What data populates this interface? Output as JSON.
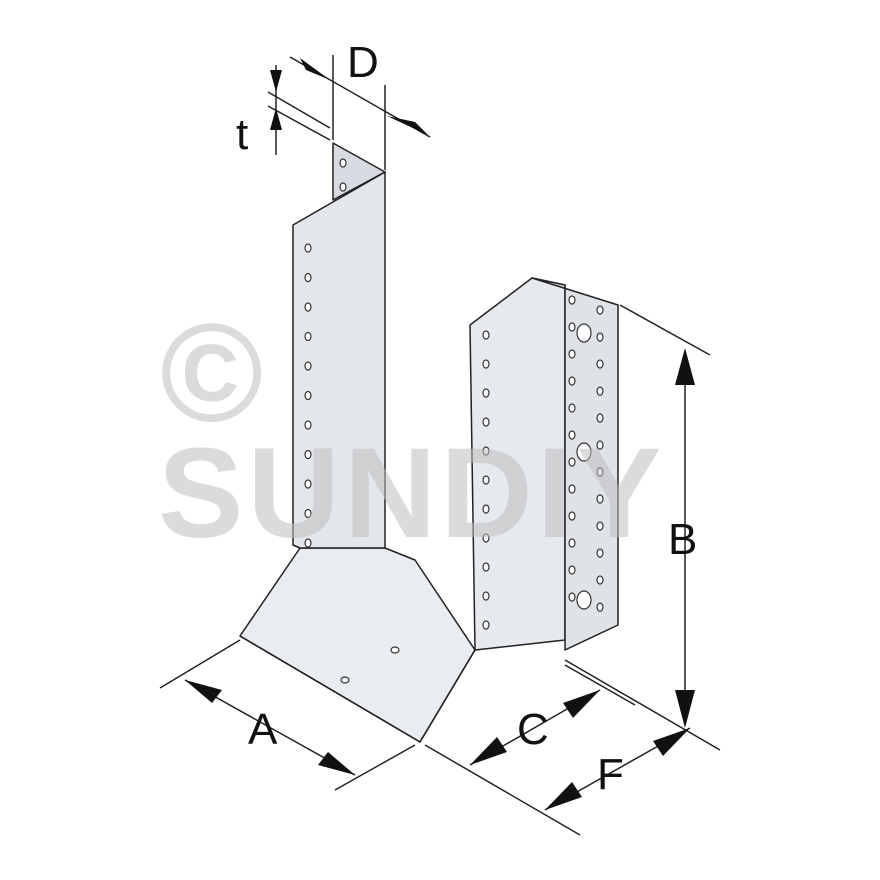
{
  "watermark": {
    "symbol": "©",
    "text": "SUNDIY"
  },
  "labels": {
    "D": "D",
    "t": "t",
    "B": "B",
    "A": "A",
    "C": "C",
    "F": "F"
  },
  "colors": {
    "metal": "#e6e9ee",
    "metal_dark": "#d2d6dc",
    "line": "#222222",
    "watermark": "#d9d9d9"
  }
}
